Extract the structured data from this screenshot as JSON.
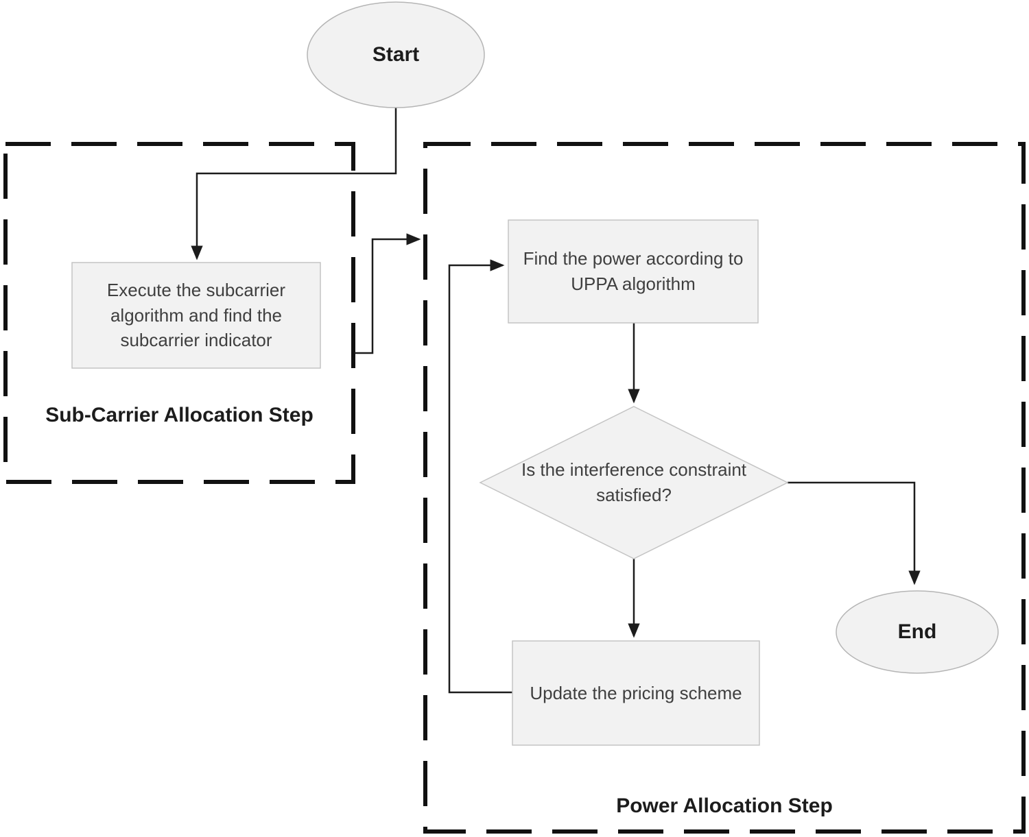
{
  "flowchart": {
    "nodes": {
      "start": {
        "label": "Start",
        "shape": "ellipse"
      },
      "execute_subcarrier": {
        "label": "Execute the subcarrier algorithm and find the subcarrier indicator",
        "shape": "rect"
      },
      "find_power": {
        "label": "Find the power according to UPPA algorithm",
        "shape": "rect"
      },
      "interference_check": {
        "label": "Is the interference constraint satisfied?",
        "shape": "diamond"
      },
      "update_pricing": {
        "label": "Update the pricing scheme",
        "shape": "rect"
      },
      "end": {
        "label": "End",
        "shape": "ellipse"
      }
    },
    "groups": {
      "subcarrier_allocation": {
        "label": "Sub-Carrier Allocation Step"
      },
      "power_allocation": {
        "label": "Power Allocation Step"
      }
    },
    "colors": {
      "node_fill": "#f2f2f2",
      "node_border": "#c4c4c4",
      "connector": "#1c1c1c",
      "dashed_border": "#111111",
      "node_text": "#3f3f3f",
      "bold_text": "#1c1c1c",
      "background": "#ffffff"
    }
  }
}
